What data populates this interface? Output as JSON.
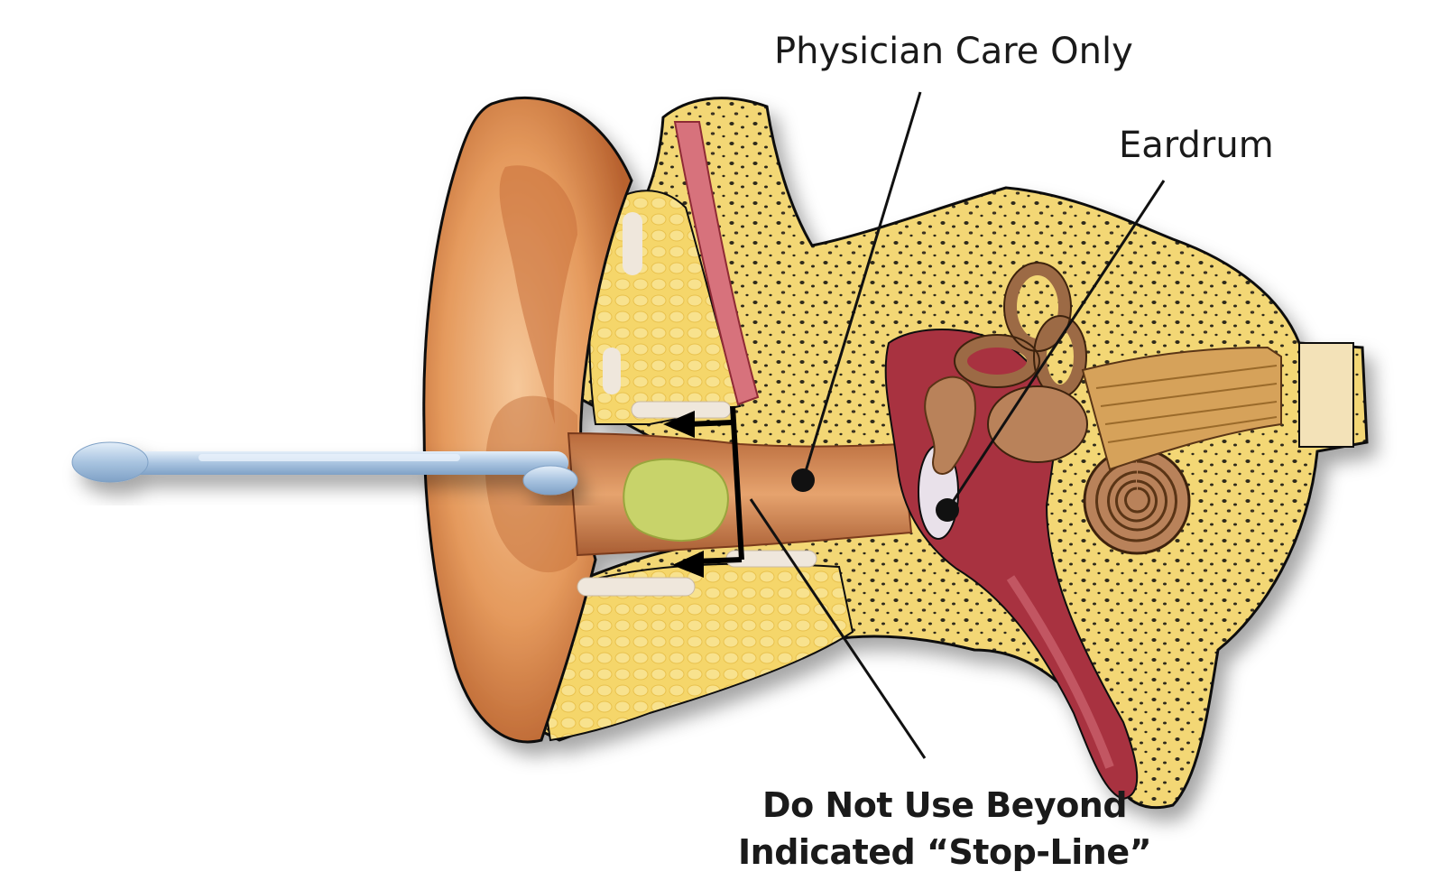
{
  "labels": {
    "physician": "Physician Care Only",
    "eardrum": "Eardrum",
    "stop_line_1": "Do Not Use Beyond",
    "stop_line_2": "Indicated “Stop-Line”"
  },
  "colors": {
    "outer_ear_skin": "#e8a46a",
    "outer_ear_shadow": "#b55a2c",
    "bone": "#f3d774",
    "bone_dots": "#2f2a1c",
    "middle_ear": "#a8323f",
    "ossicles": "#b9825a",
    "earwax": "#c8d36a",
    "swab": "#b9cfe6",
    "outline": "#111111"
  }
}
